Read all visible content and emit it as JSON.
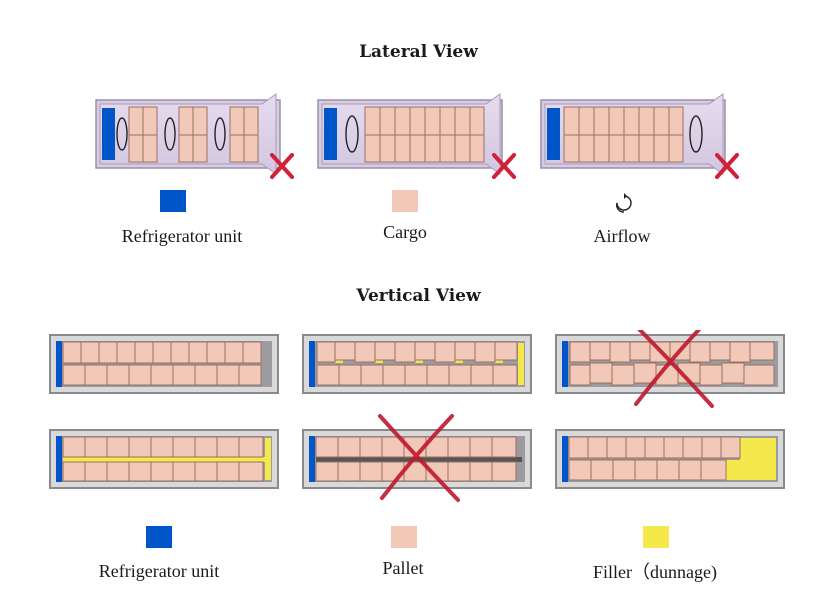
{
  "lateral": {
    "title": "Lateral View",
    "legend": [
      {
        "label": "Refrigerator unit",
        "color": "#0055c8",
        "icon": "blue-square"
      },
      {
        "label": "Cargo",
        "color": "#f2c8b8",
        "icon": "pink-square"
      },
      {
        "label": "Airflow",
        "icon": "airflow-icon"
      }
    ]
  },
  "vertical": {
    "title": "Vertical View",
    "legend": [
      {
        "label": "Refrigerator unit",
        "color": "#0055c8",
        "icon": "blue-square"
      },
      {
        "label": "Pallet",
        "color": "#f2c8b8",
        "icon": "pink-square"
      },
      {
        "label": "Filler（dunnage)",
        "color": "#f5e84a",
        "icon": "yellow-square"
      }
    ]
  },
  "colors": {
    "refrigerator": "#0055c8",
    "cargo": "#f2c8b8",
    "filler": "#f5e84a",
    "wrong_mark": "#d0203a"
  }
}
